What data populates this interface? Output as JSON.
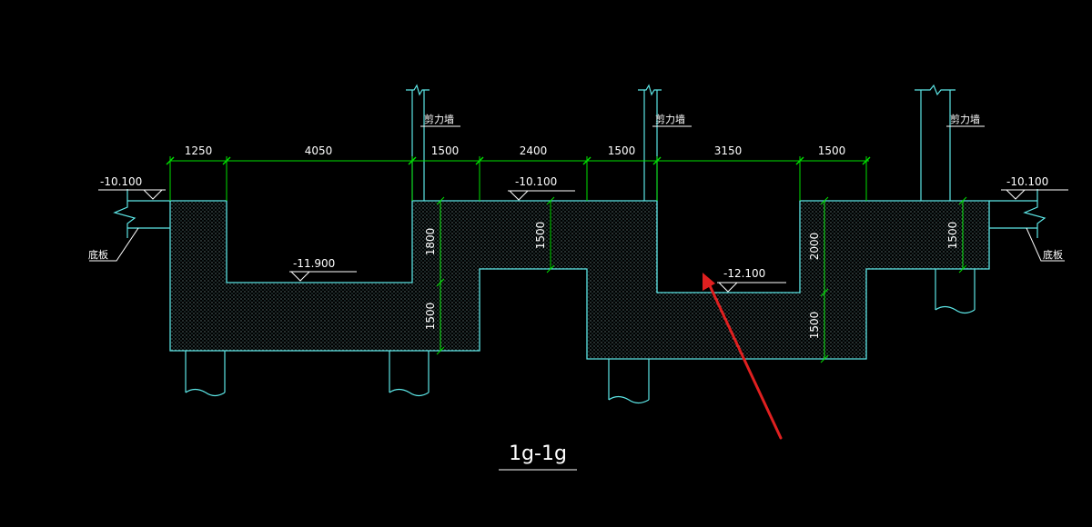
{
  "title": "1g-1g",
  "colors": {
    "background": "#000000",
    "structure": "#5ce6e6",
    "dimension": "#00e000",
    "text": "#ffffff",
    "annotation_arrow": "#e02020"
  },
  "dimensions_top": [
    "1250",
    "4050",
    "1500",
    "2400",
    "1500",
    "3150",
    "1500"
  ],
  "dimensions_vertical": [
    "1800",
    "1500",
    "1500",
    "2000",
    "1500",
    "1500"
  ],
  "elevations": {
    "left": "-10.100",
    "center": "-10.100",
    "right": "-10.100",
    "pit_left": "-11.900",
    "pit_right": "-12.100"
  },
  "wall_labels": [
    "剪力墙",
    "剪力墙",
    "剪力墙"
  ],
  "slab_labels": [
    "底板",
    "底板"
  ]
}
